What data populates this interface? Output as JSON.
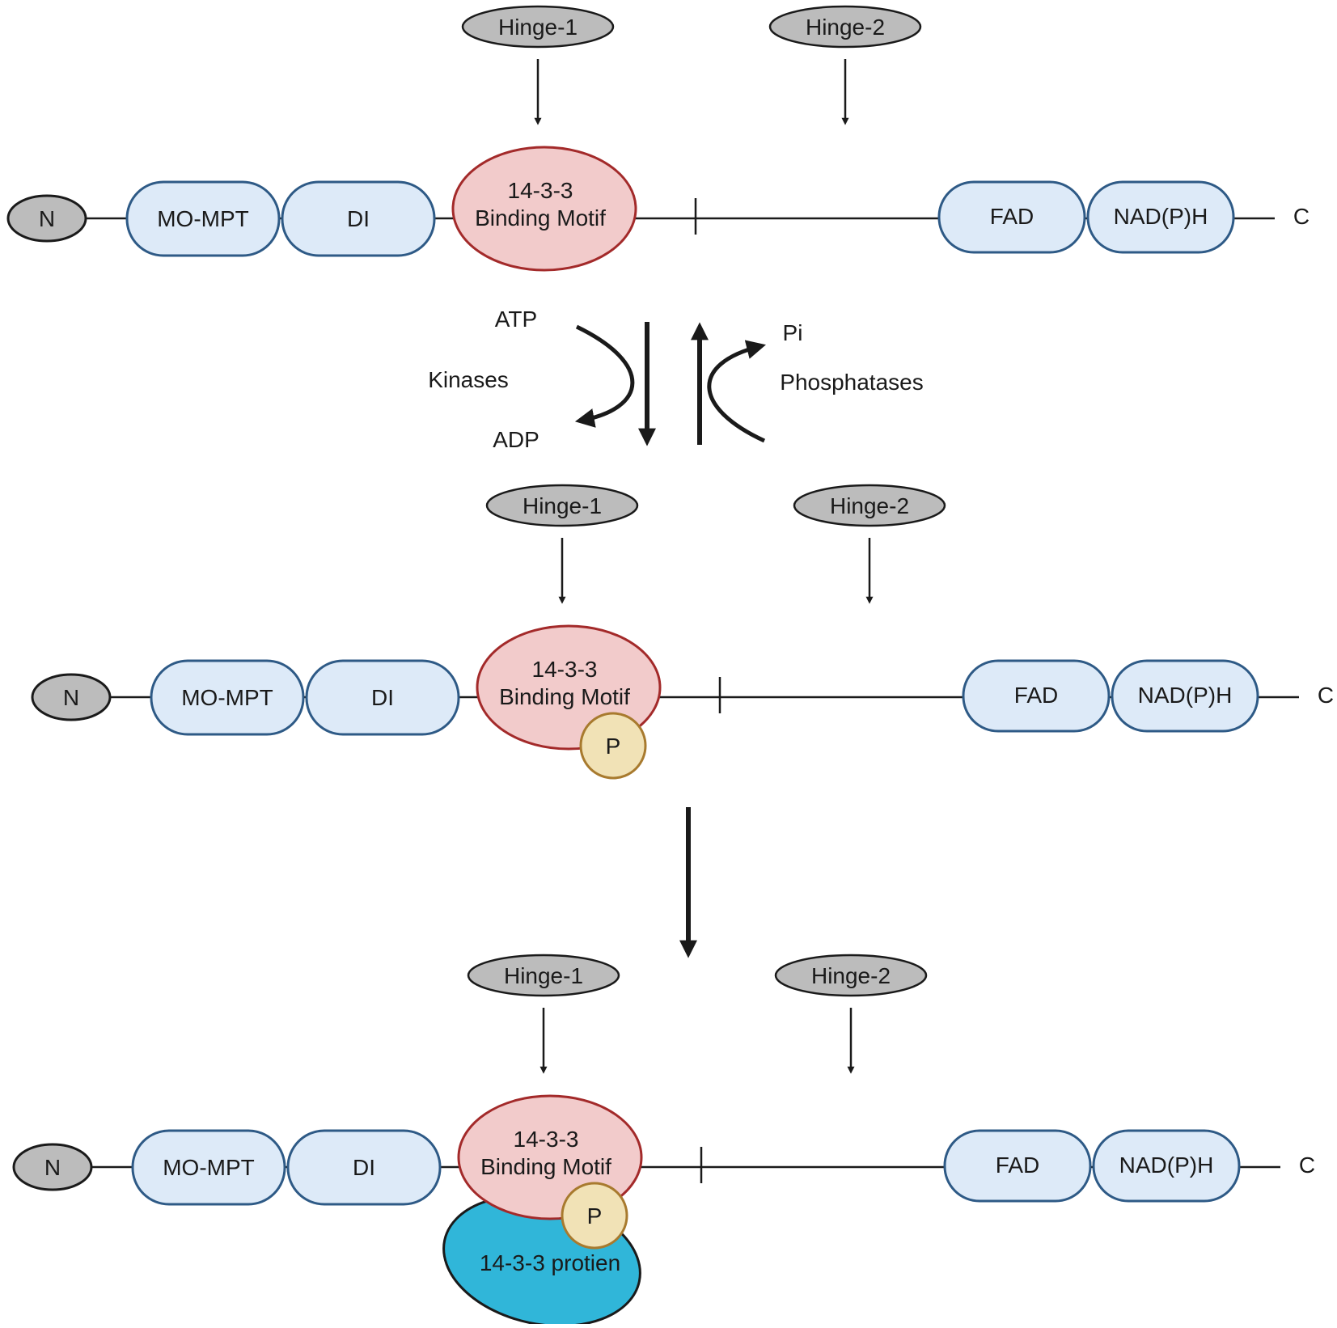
{
  "colors": {
    "domain_fill": "#ddeaf8",
    "domain_stroke": "#2e5a86",
    "motif_fill": "#f2cbcb",
    "motif_stroke": "#a32a2a",
    "hinge_fill": "#bcbcbc",
    "phospho_fill": "#f1e2b6",
    "phospho_stroke": "#a87a2e",
    "protein_fill": "#30b6d9",
    "line": "#1a1a1a"
  },
  "states": [
    {
      "hinge1": "Hinge-1",
      "hinge2": "Hinge-2",
      "n_term": "N",
      "domain1": "MO-MPT",
      "domain2": "DI",
      "motif_line1": "14-3-3",
      "motif_line2": "Binding Motif",
      "domain3": "FAD",
      "domain4": "NAD(P)H",
      "c_term": "C"
    },
    {
      "hinge1": "Hinge-1",
      "hinge2": "Hinge-2",
      "n_term": "N",
      "domain1": "MO-MPT",
      "domain2": "DI",
      "motif_line1": "14-3-3",
      "motif_line2": "Binding Motif",
      "phospho": "P",
      "domain3": "FAD",
      "domain4": "NAD(P)H",
      "c_term": "C"
    },
    {
      "hinge1": "Hinge-1",
      "hinge2": "Hinge-2",
      "n_term": "N",
      "domain1": "MO-MPT",
      "domain2": "DI",
      "motif_line1": "14-3-3",
      "motif_line2": "Binding Motif",
      "phospho": "P",
      "protein": "14-3-3 protien",
      "domain3": "FAD",
      "domain4": "NAD(P)H",
      "c_term": "C"
    }
  ],
  "reaction": {
    "atp": "ATP",
    "kinases": "Kinases",
    "adp": "ADP",
    "pi": "Pi",
    "phosphatases": "Phosphatases"
  }
}
